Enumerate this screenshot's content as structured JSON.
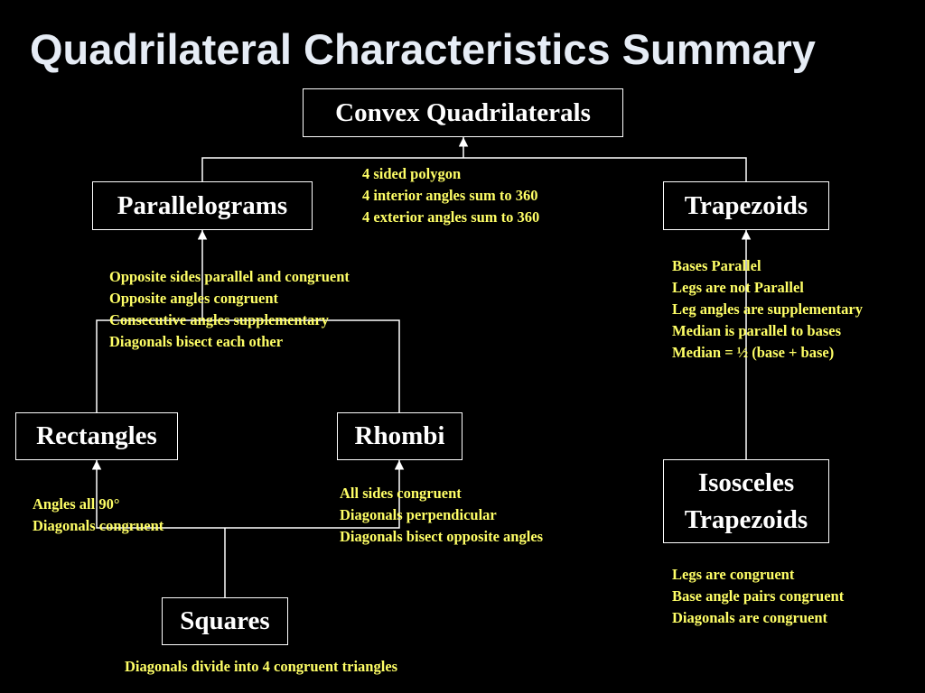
{
  "title": "Quadrilateral Characteristics Summary",
  "colors": {
    "background": "#000000",
    "title": "#e6ecf5",
    "box_text": "#ffffff",
    "box_border": "#ffffff",
    "connector": "#ffffff",
    "note_text": "#ffff66"
  },
  "nodes": {
    "convex": {
      "label": "Convex Quadrilaterals"
    },
    "parallelograms": {
      "label": "Parallelograms"
    },
    "trapezoids": {
      "label": "Trapezoids"
    },
    "rectangles": {
      "label": "Rectangles"
    },
    "rhombi": {
      "label": "Rhombi"
    },
    "isosceles": {
      "label": "Isosceles Trapezoids"
    },
    "squares": {
      "label": "Squares"
    }
  },
  "notes": {
    "convex": [
      "4 sided polygon",
      "4 interior angles sum to 360",
      "4 exterior angles sum to 360"
    ],
    "parallelograms": [
      "Opposite sides parallel and congruent",
      "Opposite angles congruent",
      "Consecutive angles supplementary",
      "Diagonals bisect each other"
    ],
    "trapezoids": [
      "Bases Parallel",
      "Legs are not Parallel",
      "Leg angles are supplementary",
      "Median is parallel to bases",
      "Median = ½ (base + base)"
    ],
    "rectangles": [
      "Angles all 90°",
      "Diagonals congruent"
    ],
    "rhombi": [
      "All sides congruent",
      "Diagonals perpendicular",
      "Diagonals bisect opposite angles"
    ],
    "isosceles": [
      "Legs are congruent",
      "Base angle pairs congruent",
      "Diagonals are congruent"
    ],
    "squares": [
      "Diagonals divide into 4 congruent triangles"
    ]
  },
  "edges": [
    {
      "from": "parallelograms",
      "to": "convex"
    },
    {
      "from": "trapezoids",
      "to": "convex"
    },
    {
      "from": "rectangles",
      "to": "parallelograms"
    },
    {
      "from": "rhombi",
      "to": "parallelograms"
    },
    {
      "from": "squares",
      "to": "rectangles"
    },
    {
      "from": "squares",
      "to": "rhombi"
    },
    {
      "from": "isosceles",
      "to": "trapezoids"
    }
  ]
}
